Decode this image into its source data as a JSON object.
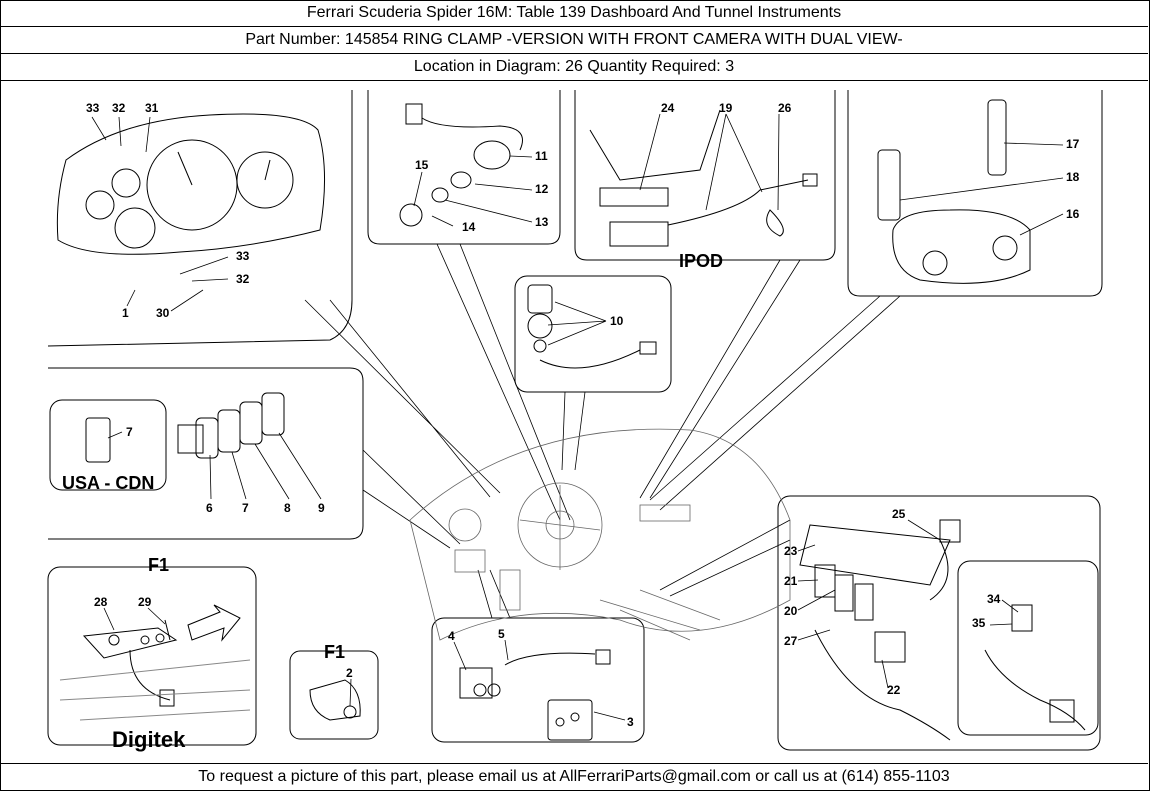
{
  "header": {
    "title_line": "Ferrari Scuderia Spider 16M:   Table 139 Dashboard And Tunnel Instruments",
    "part_line": "Part Number: 145854   RING CLAMP -VERSION WITH FRONT CAMERA WITH DUAL VIEW-",
    "location_line": "Location in Diagram: 26   Quantity Required: 3"
  },
  "diagram": {
    "callouts": {
      "c33a": "33",
      "c32a": "32",
      "c31": "31",
      "c1": "1",
      "c33b": "33",
      "c32b": "32",
      "c30": "30",
      "c15": "15",
      "c11": "11",
      "c12": "12",
      "c13": "13",
      "c14": "14",
      "c24": "24",
      "c19": "19",
      "c26": "26",
      "c17": "17",
      "c18": "18",
      "c16": "16",
      "c10": "10",
      "c7a": "7",
      "c6": "6",
      "c7b": "7",
      "c8": "8",
      "c9": "9",
      "c28": "28",
      "c29": "29",
      "c2": "2",
      "c4": "4",
      "c5": "5",
      "c3": "3",
      "c25": "25",
      "c23": "23",
      "c21": "21",
      "c20": "20",
      "c27": "27",
      "c22": "22",
      "c34": "34",
      "c35": "35"
    },
    "panel_labels": {
      "ipod": "IPOD",
      "usa_cdn": "USA - CDN",
      "f1_a": "F1",
      "f1_b": "F1",
      "digitek": "Digitek"
    }
  },
  "footer": {
    "text": "To request a picture of this part, please email us at AllFerrariParts@gmail.com or call us at (614) 855-1103"
  }
}
